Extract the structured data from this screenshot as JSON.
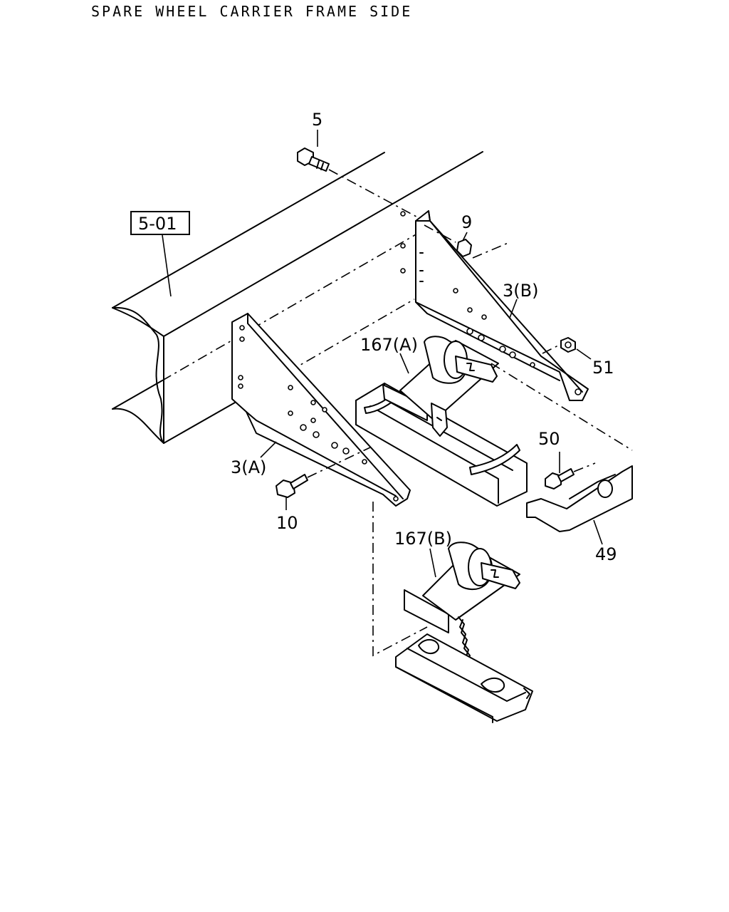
{
  "title": "SPARE WHEEL CARRIER FRAME SIDE",
  "callouts": {
    "frame_ref": "5-01",
    "bolt_top": "5",
    "nut_9": "9",
    "bracket_b": "3(B)",
    "nut_51": "51",
    "carrier_a": "167(A)",
    "bracket_a": "3(A)",
    "bolt_10": "10",
    "bolt_50": "50",
    "guard_49": "49",
    "carrier_b": "167(B)"
  }
}
